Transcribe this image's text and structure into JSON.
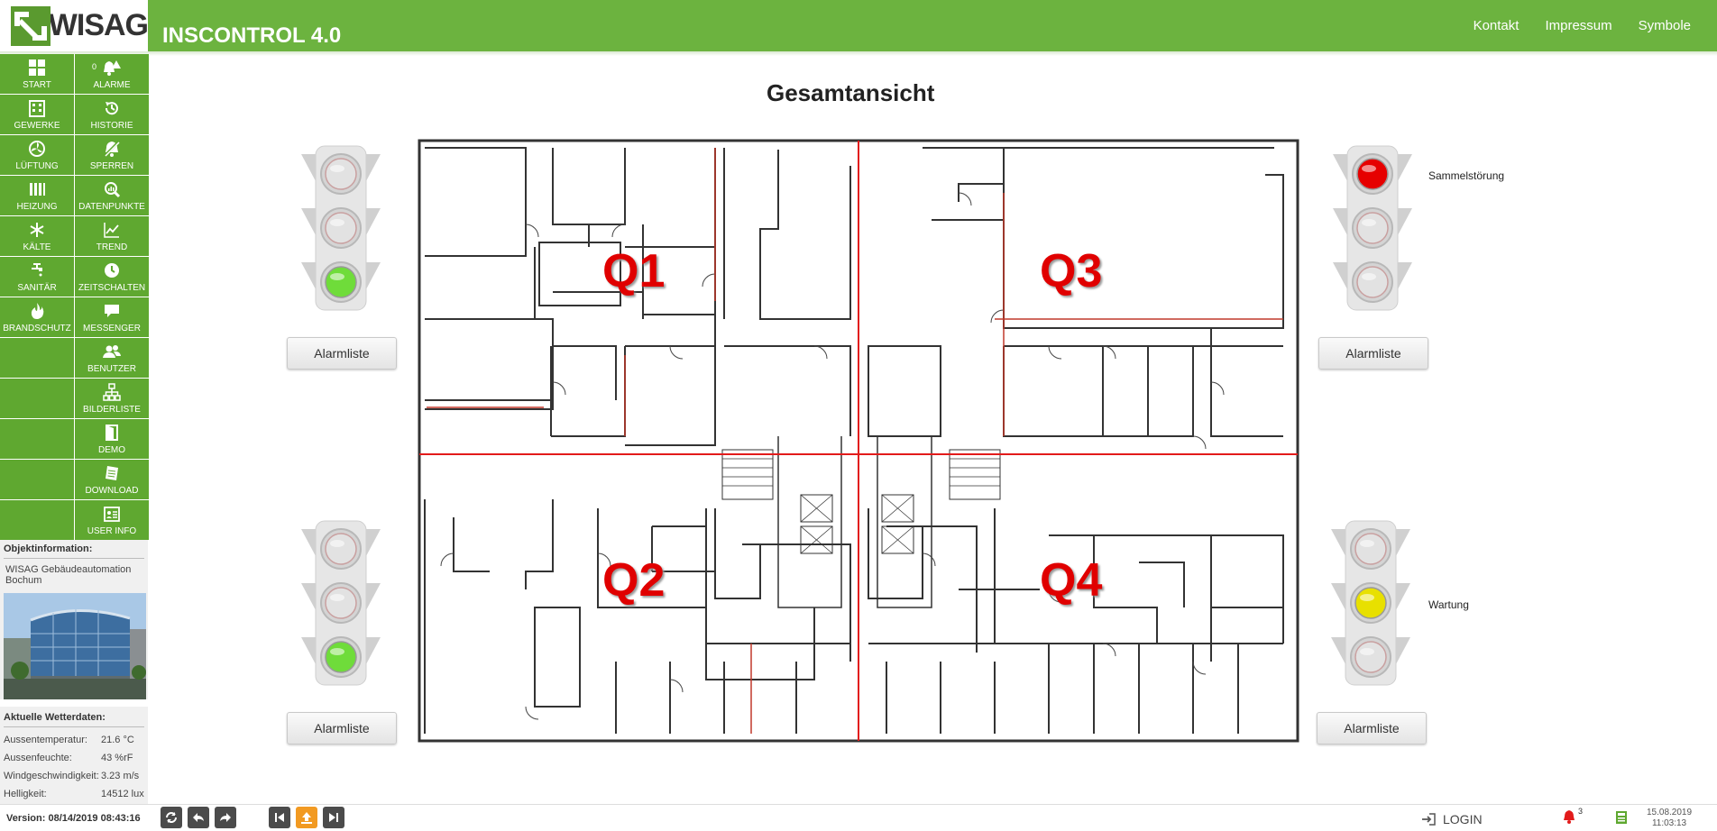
{
  "header": {
    "logo_text": "WISAG",
    "app_title": "INSCONTROL 4.0",
    "nav": [
      "Kontakt",
      "Impressum",
      "Symbole"
    ]
  },
  "sidebar": {
    "items": [
      {
        "label": "START",
        "icon": "grid-icon"
      },
      {
        "label": "ALARME",
        "icon": "alarm-bell-icon",
        "badge": "0"
      },
      {
        "label": "GEWERKE",
        "icon": "building-icon"
      },
      {
        "label": "HISTORIE",
        "icon": "history-icon"
      },
      {
        "label": "LÜFTUNG",
        "icon": "fan-icon"
      },
      {
        "label": "SPERREN",
        "icon": "bell-off-icon"
      },
      {
        "label": "HEIZUNG",
        "icon": "radiator-icon"
      },
      {
        "label": "DATENPUNKTE",
        "icon": "magnify-chart-icon"
      },
      {
        "label": "KÄLTE",
        "icon": "snowflake-icon"
      },
      {
        "label": "TREND",
        "icon": "trend-chart-icon"
      },
      {
        "label": "SANITÄR",
        "icon": "faucet-icon"
      },
      {
        "label": "ZEITSCHALTEN",
        "icon": "clock-icon"
      },
      {
        "label": "BRANDSCHUTZ",
        "icon": "fire-icon"
      },
      {
        "label": "MESSENGER",
        "icon": "chat-icon"
      },
      {
        "label": "",
        "icon": ""
      },
      {
        "label": "BENUTZER",
        "icon": "users-icon"
      },
      {
        "label": "",
        "icon": ""
      },
      {
        "label": "BILDERLISTE",
        "icon": "sitemap-icon"
      },
      {
        "label": "",
        "icon": ""
      },
      {
        "label": "DEMO",
        "icon": "door-icon"
      },
      {
        "label": "",
        "icon": ""
      },
      {
        "label": "DOWNLOAD",
        "icon": "document-icon"
      },
      {
        "label": "",
        "icon": ""
      },
      {
        "label": "USER INFO",
        "icon": "id-card-icon"
      }
    ],
    "object_info": {
      "title": "Objektinformation:",
      "name": "WISAG Gebäudeautomation Bochum"
    },
    "weather": {
      "title": "Aktuelle Wetterdaten:",
      "rows": [
        {
          "label": "Aussentemperatur:",
          "value": "21.6 °C"
        },
        {
          "label": "Aussenfeuchte:",
          "value": "43 %rF"
        },
        {
          "label": "Windgeschwindigkeit:",
          "value": "3.23 m/s"
        },
        {
          "label": "Helligkeit:",
          "value": "14512 lux"
        }
      ]
    }
  },
  "main": {
    "title": "Gesamtansicht",
    "quadrants": [
      "Q1",
      "Q2",
      "Q3",
      "Q4"
    ],
    "traffic_lights": [
      {
        "id": "q1",
        "active": "green",
        "label": "",
        "button": "Alarmliste"
      },
      {
        "id": "q3",
        "active": "red",
        "label": "Sammelstörung",
        "button": "Alarmliste"
      },
      {
        "id": "q2",
        "active": "green",
        "label": "",
        "button": "Alarmliste"
      },
      {
        "id": "q4",
        "active": "yellow",
        "label": "Wartung",
        "button": "Alarmliste"
      }
    ],
    "colors": {
      "red": "#e60000",
      "yellow": "#e8e000",
      "green": "#6fdc3a",
      "off": "#e2e2e2",
      "grid_red": "#e21b1b",
      "quadrant_label": "#e00000"
    }
  },
  "footer": {
    "version": "Version: 08/14/2019 08:43:16",
    "buttons": [
      "refresh-icon",
      "back-icon",
      "forward-icon",
      "first-icon",
      "up-icon",
      "last-icon"
    ],
    "login": "LOGIN",
    "alarm_count": "3",
    "date": "15.08.2019",
    "time": "11:03:13"
  }
}
